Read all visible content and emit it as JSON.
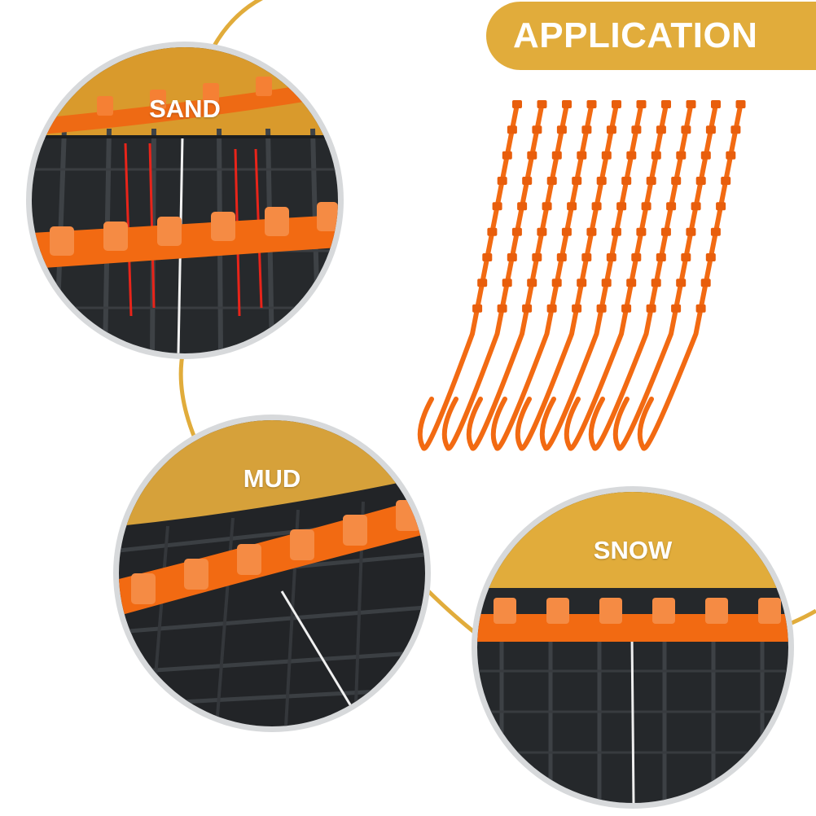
{
  "banner": {
    "title": "APPLICATION"
  },
  "panels": [
    {
      "label": "SAND"
    },
    {
      "label": "MUD"
    },
    {
      "label": "SNOW"
    }
  ],
  "colors": {
    "accent": "#e1ac3b",
    "strap": "#f26a12",
    "tire": "#26292c",
    "ring": "#d7d9db"
  },
  "product": {
    "strap_count": 10
  }
}
